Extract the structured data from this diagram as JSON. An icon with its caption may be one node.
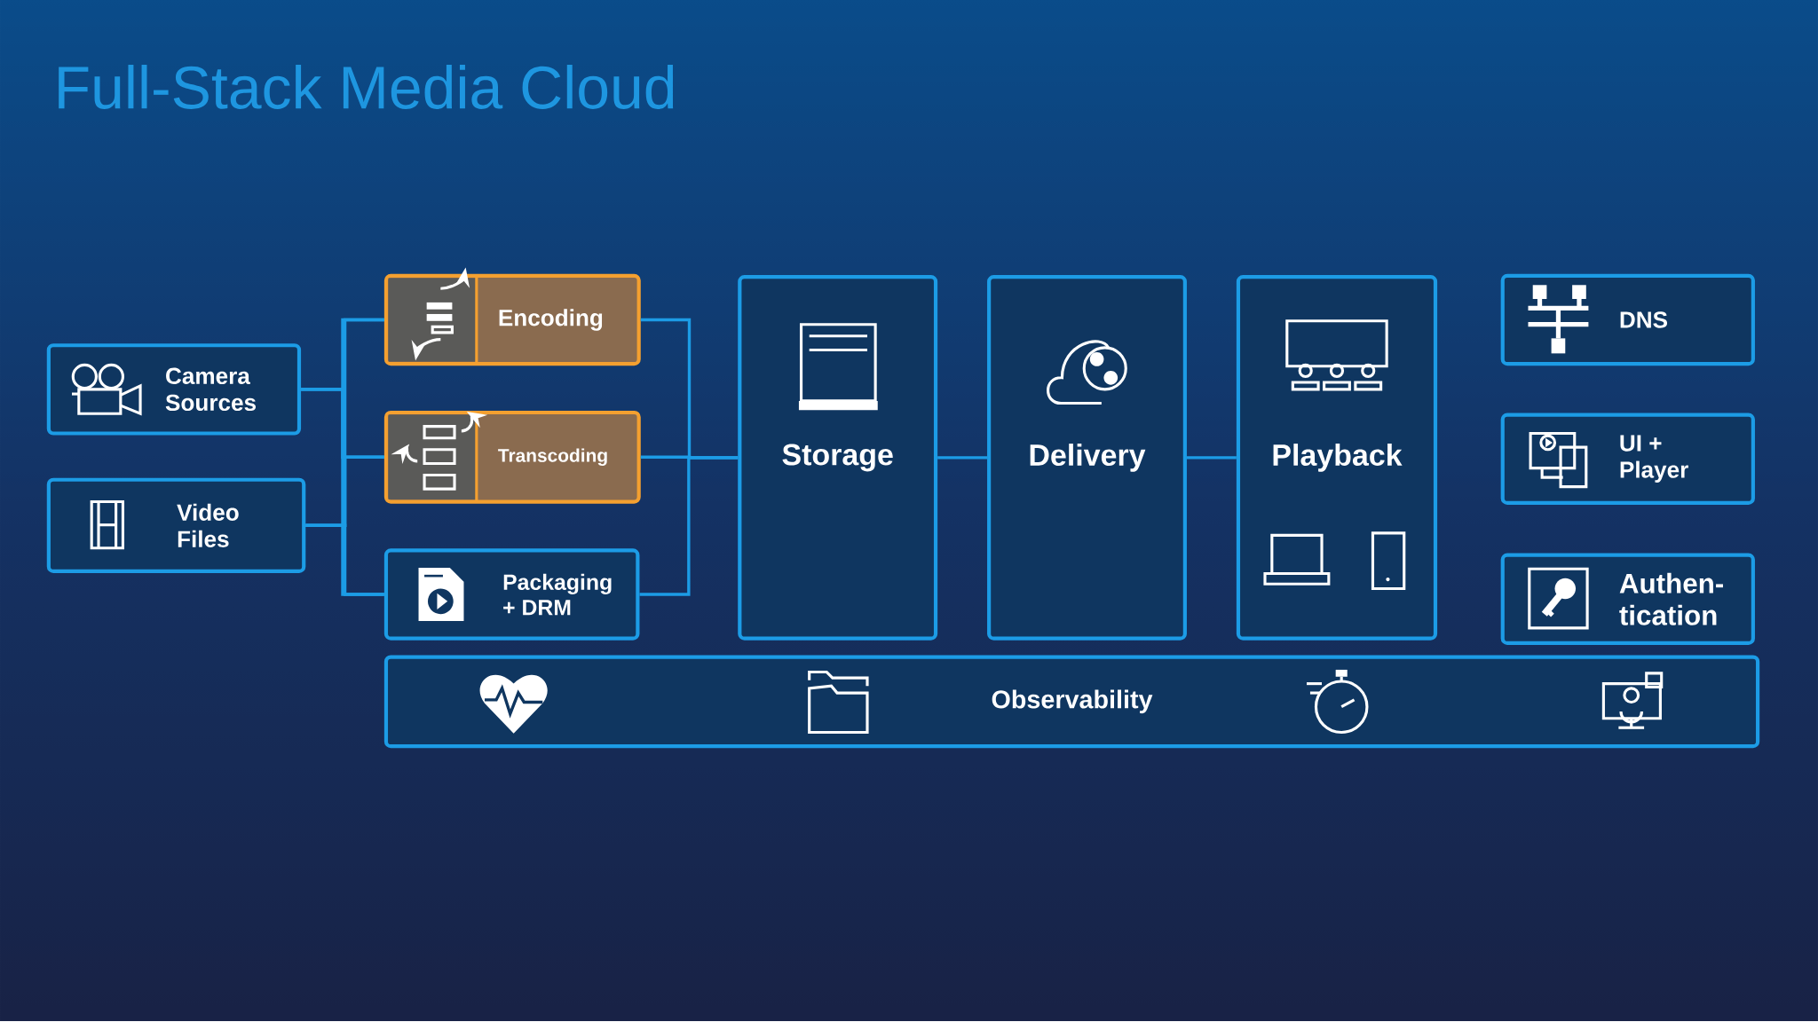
{
  "diagram": {
    "title": "Full-Stack Media Cloud",
    "nodes": [
      {
        "text": [
          "Camera Sources"
        ]
      },
      {
        "text": [
          "Video Files"
        ]
      },
      {
        "text": [
          "Encoding"
        ]
      },
      {
        "text": [
          "Transcoding"
        ]
      },
      {
        "text": [
          "Packaging + DRM"
        ]
      },
      {
        "text": [
          "Storage"
        ]
      },
      {
        "text": [
          "Delivery"
        ]
      },
      {
        "text": [
          "Playback"
        ]
      },
      {
        "text": [
          "DNS"
        ]
      },
      {
        "text": [
          "UI + Player"
        ]
      },
      {
        "text": [
          "Authen-tication"
        ]
      },
      {
        "text": [
          "Observability"
        ]
      }
    ],
    "edges": [
      {
        "from": 0,
        "to": 2,
        "arrow": "none"
      },
      {
        "from": 0,
        "to": 3,
        "arrow": "none"
      },
      {
        "from": 0,
        "to": 4,
        "arrow": "none"
      },
      {
        "from": 1,
        "to": 2,
        "arrow": "none"
      },
      {
        "from": 1,
        "to": 3,
        "arrow": "none"
      },
      {
        "from": 1,
        "to": 4,
        "arrow": "none"
      },
      {
        "from": 2,
        "to": 5,
        "arrow": "none"
      },
      {
        "from": 3,
        "to": 5,
        "arrow": "none"
      },
      {
        "from": 4,
        "to": 5,
        "arrow": "none"
      },
      {
        "from": 5,
        "to": 6,
        "arrow": "none"
      },
      {
        "from": 6,
        "to": 7,
        "arrow": "none"
      }
    ]
  }
}
